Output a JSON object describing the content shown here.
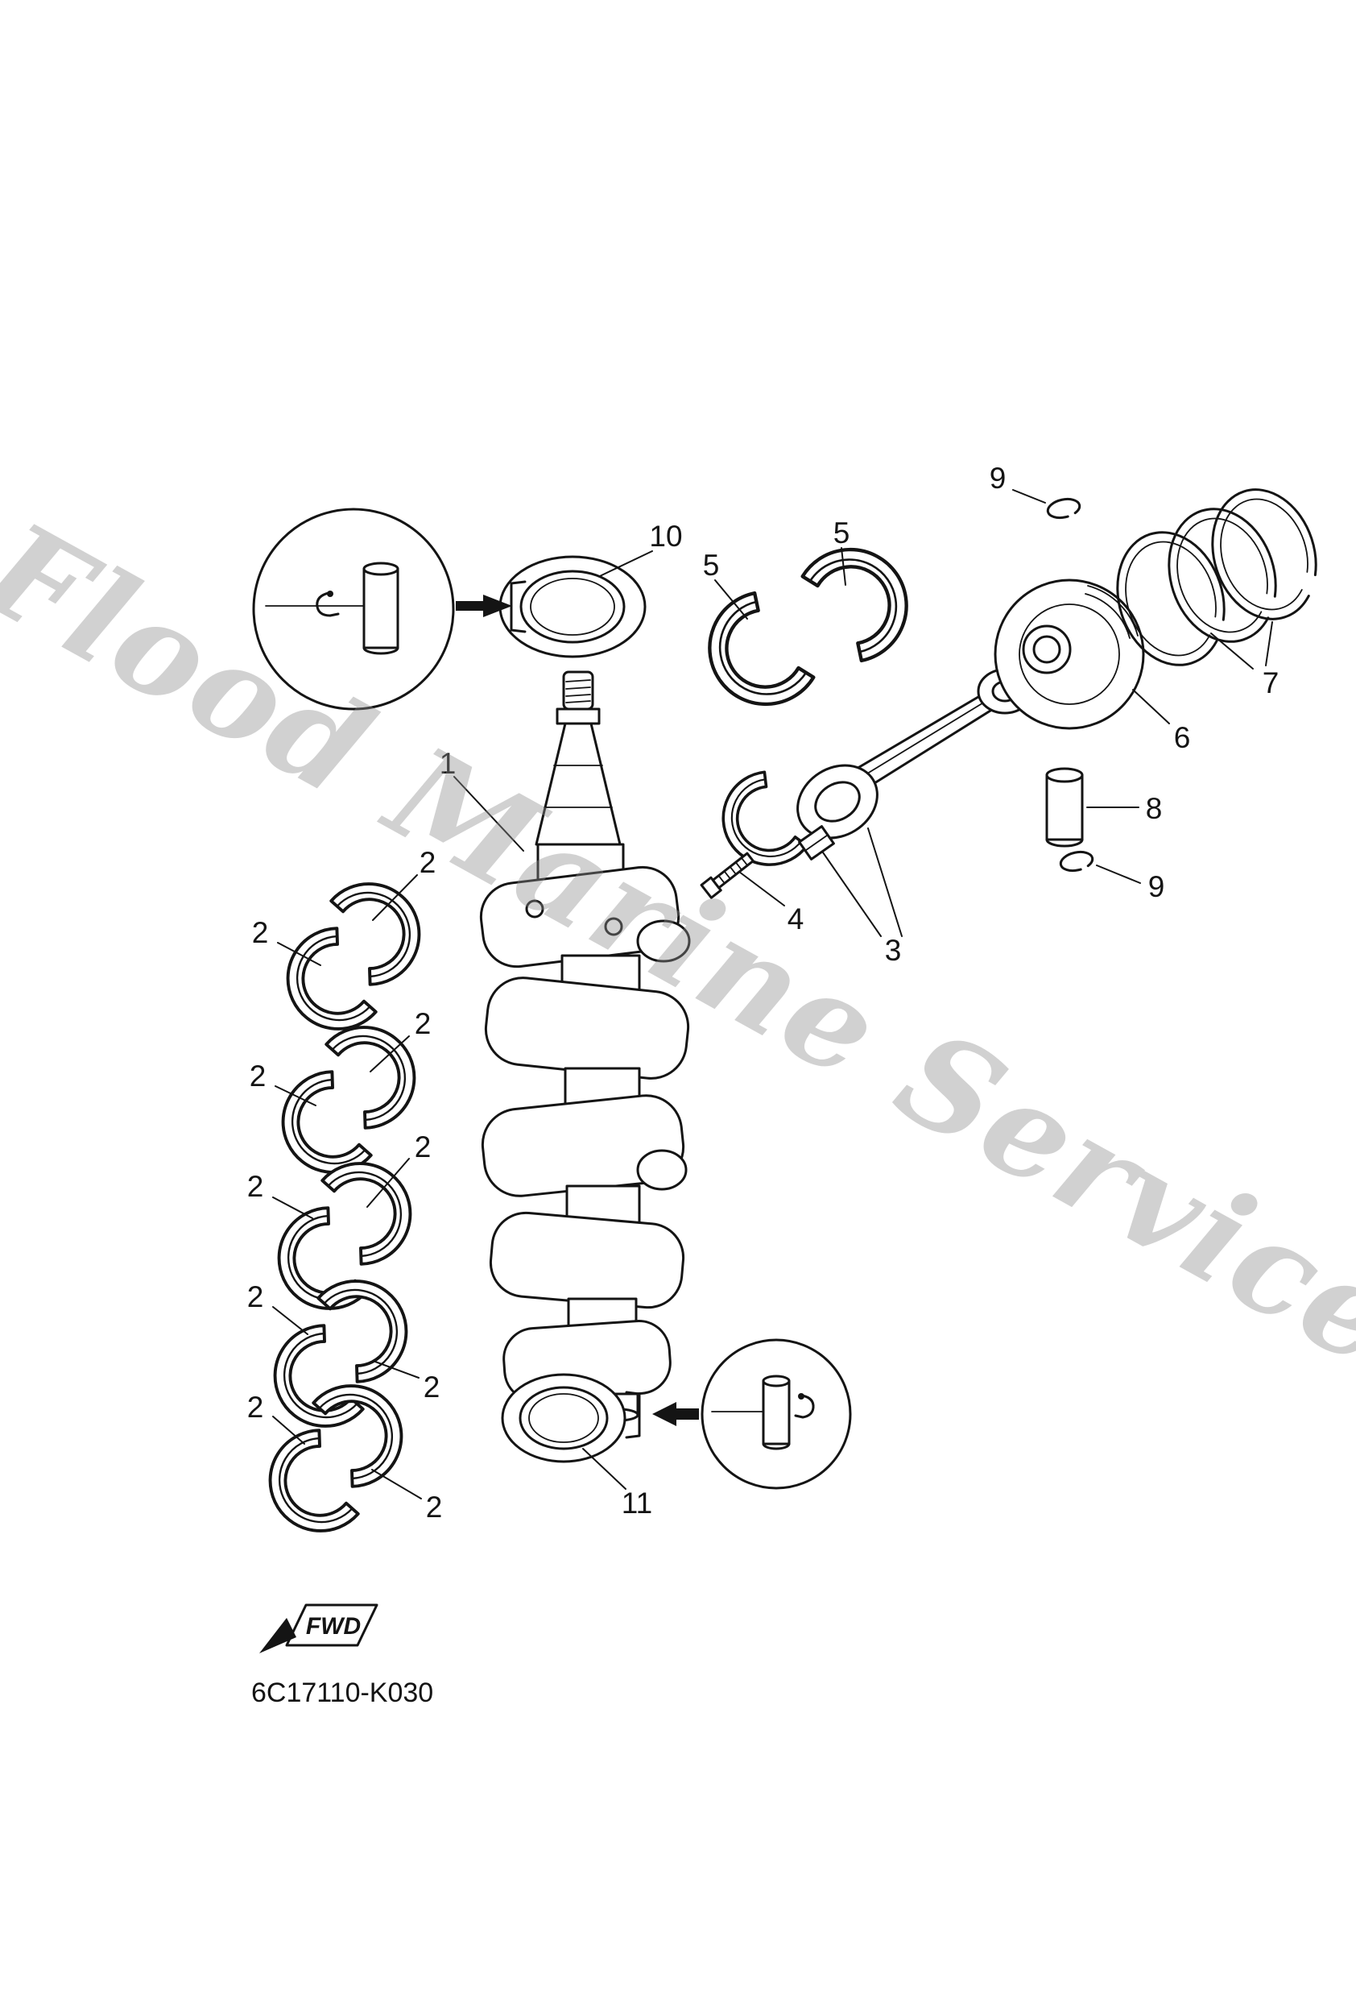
{
  "watermark": {
    "text": "Flood Marine Services"
  },
  "drawing": {
    "code": "6C17110-K030",
    "fwd_label": "FWD"
  },
  "labels": {
    "1": "1",
    "2": "2",
    "3": "3",
    "4": "4",
    "5": "5",
    "6": "6",
    "7": "7",
    "8": "8",
    "9": "9",
    "10": "10",
    "11": "11"
  }
}
